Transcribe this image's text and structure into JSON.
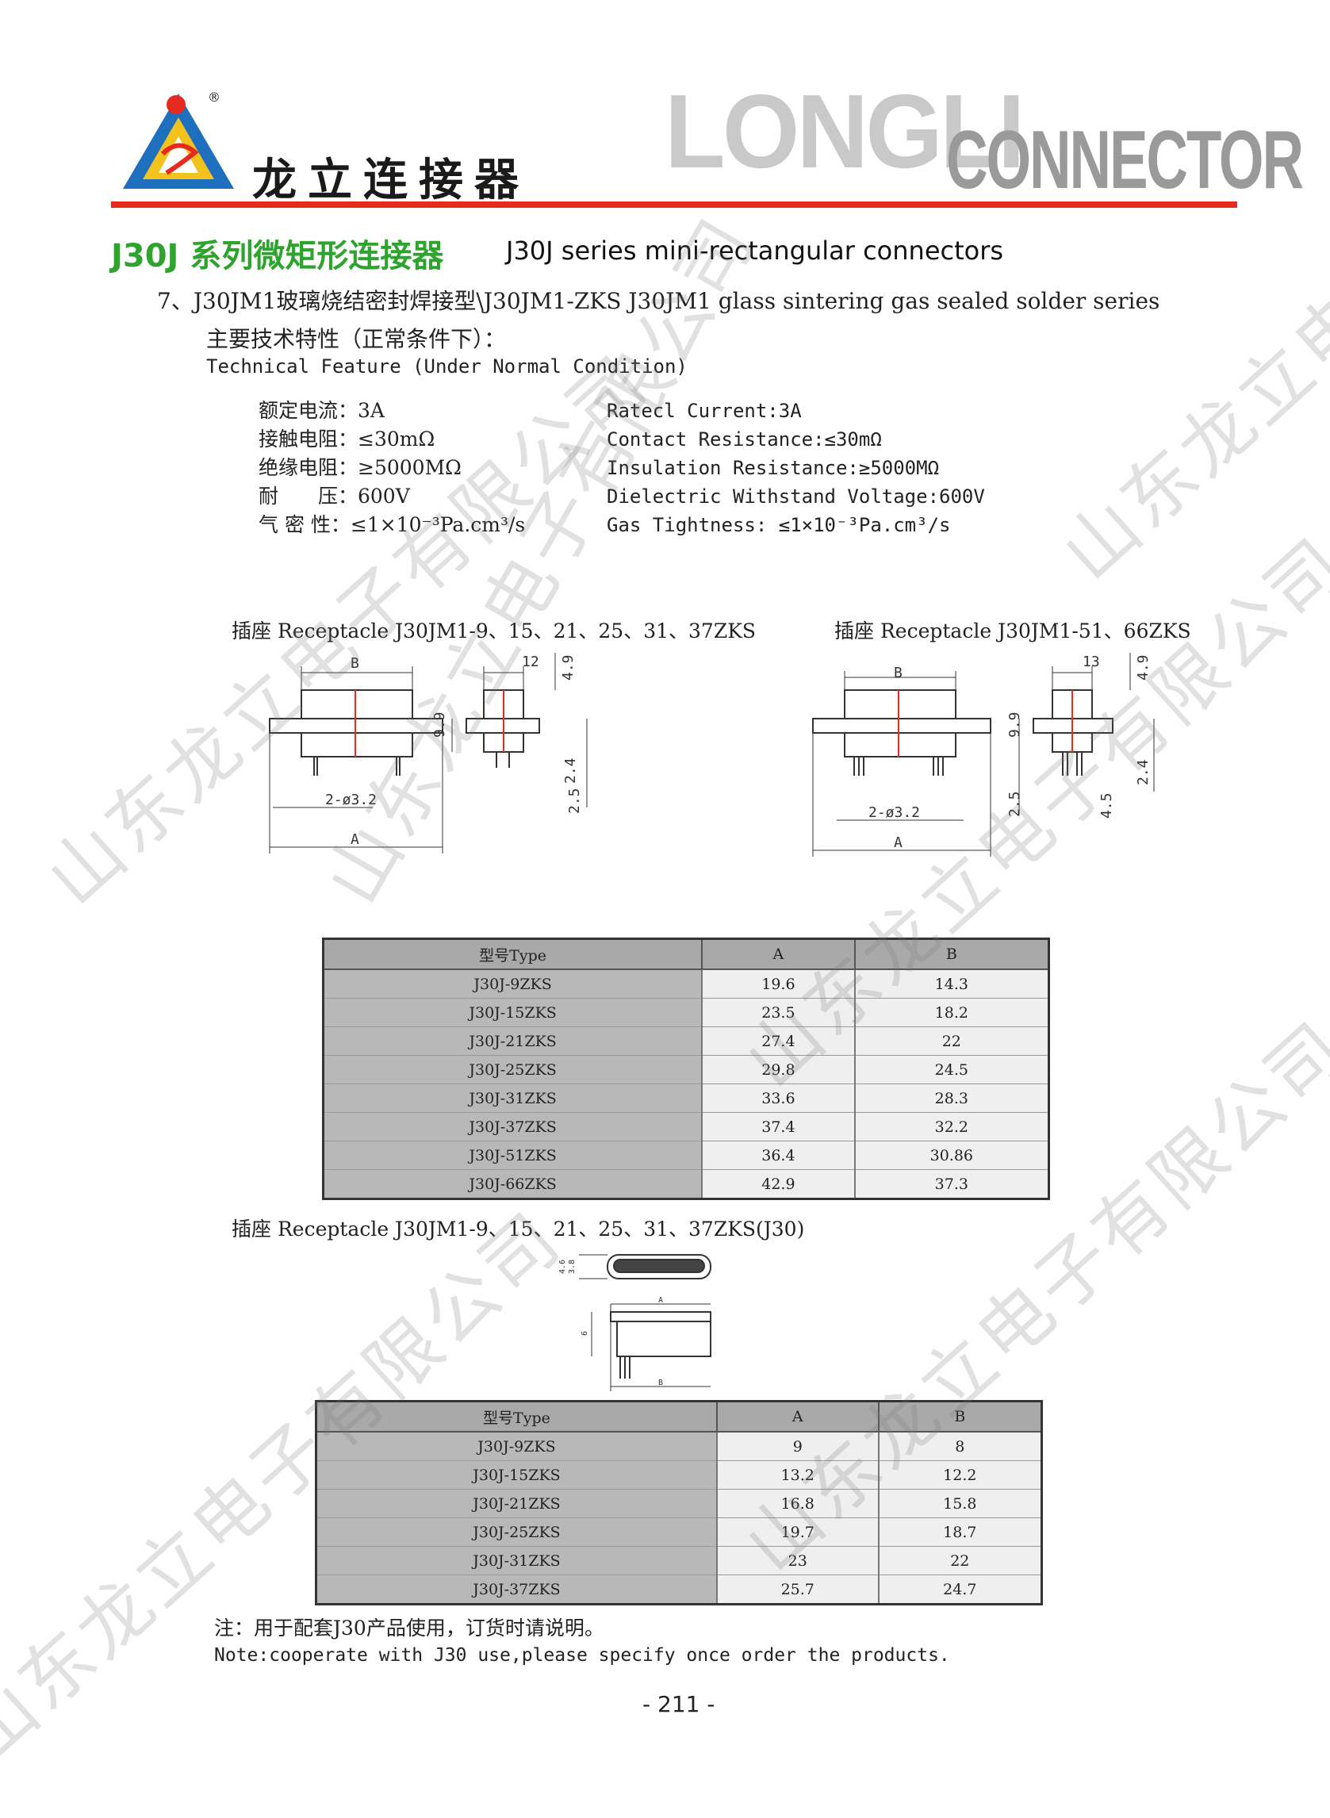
{
  "header": {
    "brand_cn": "龙立连接器",
    "brand_en_1": "LONGLI",
    "brand_en_2": "CONNECTOR",
    "registered_mark": "®",
    "accent_color": "#e52a20",
    "title_color": "#2ea42f"
  },
  "series": {
    "title_cn": "J30J 系列微矩形连接器",
    "title_en": "J30J series mini-rectangular connectors"
  },
  "item": {
    "title": "7、J30JM1玻璃烧结密封焊接型\\J30JM1-ZKS J30JM1 glass sintering gas sealed solder series",
    "spec_title_cn": "主要技术特性（正常条件下）：",
    "spec_title_en": "Technical Feature (Under Normal Condition)"
  },
  "specs_cn": [
    "额定电流：3A",
    "接触电阻：≤30mΩ",
    "绝缘电阻：≥5000MΩ",
    "耐　　压：600V",
    "气 密 性：≤1×10⁻³Pa.cm³/s"
  ],
  "specs_en": [
    "Ratecl Current:3A",
    "Contact Resistance:≤30mΩ",
    "Insulation Resistance:≥5000MΩ",
    "Dielectric Withstand Voltage:600V",
    "Gas Tightness: ≤1×10⁻³Pa.cm³/s"
  ],
  "drawings": {
    "caption_1": "插座 Receptacle J30JM1-9、15、21、25、31、37ZKS",
    "caption_2": "插座 Receptacle J30JM1-51、66ZKS",
    "caption_3": "插座 Receptacle J30JM1-9、15、21、25、31、37ZKS(J30)",
    "d1": {
      "B": "B",
      "A": "A",
      "hole": "2-ø3.2",
      "h": "9.9",
      "w": "12",
      "t": "4.9",
      "pin": "2.4",
      "pin2": "2.5"
    },
    "d2": {
      "B": "B",
      "A": "A",
      "hole": "2-ø3.2",
      "h": "9.9",
      "w": "13",
      "t": "4.9",
      "pin": "2.4",
      "pin2": "2.5",
      "pin3": "4.5"
    },
    "d3": {
      "top_a": "4.6",
      "top_b": "3.8",
      "side": "6",
      "A": "A",
      "B": "B"
    }
  },
  "table_1": {
    "headers": [
      "型号Type",
      "A",
      "B"
    ],
    "rows": [
      [
        "J30J-9ZKS",
        "19.6",
        "14.3"
      ],
      [
        "J30J-15ZKS",
        "23.5",
        "18.2"
      ],
      [
        "J30J-21ZKS",
        "27.4",
        "22"
      ],
      [
        "J30J-25ZKS",
        "29.8",
        "24.5"
      ],
      [
        "J30J-31ZKS",
        "33.6",
        "28.3"
      ],
      [
        "J30J-37ZKS",
        "37.4",
        "32.2"
      ],
      [
        "J30J-51ZKS",
        "36.4",
        "30.86"
      ],
      [
        "J30J-66ZKS",
        "42.9",
        "37.3"
      ]
    ]
  },
  "table_2": {
    "headers": [
      "型号Type",
      "A",
      "B"
    ],
    "rows": [
      [
        "J30J-9ZKS",
        "9",
        "8"
      ],
      [
        "J30J-15ZKS",
        "13.2",
        "12.2"
      ],
      [
        "J30J-21ZKS",
        "16.8",
        "15.8"
      ],
      [
        "J30J-25ZKS",
        "19.7",
        "18.7"
      ],
      [
        "J30J-31ZKS",
        "23",
        "22"
      ],
      [
        "J30J-37ZKS",
        "25.7",
        "24.7"
      ]
    ]
  },
  "note": {
    "cn": "注：用于配套J30产品使用，订货时请说明。",
    "en": "Note:cooperate with J30 use,please specify once order the products."
  },
  "page_number": "- 211 -",
  "watermark": "山东龙立电子有限公司"
}
